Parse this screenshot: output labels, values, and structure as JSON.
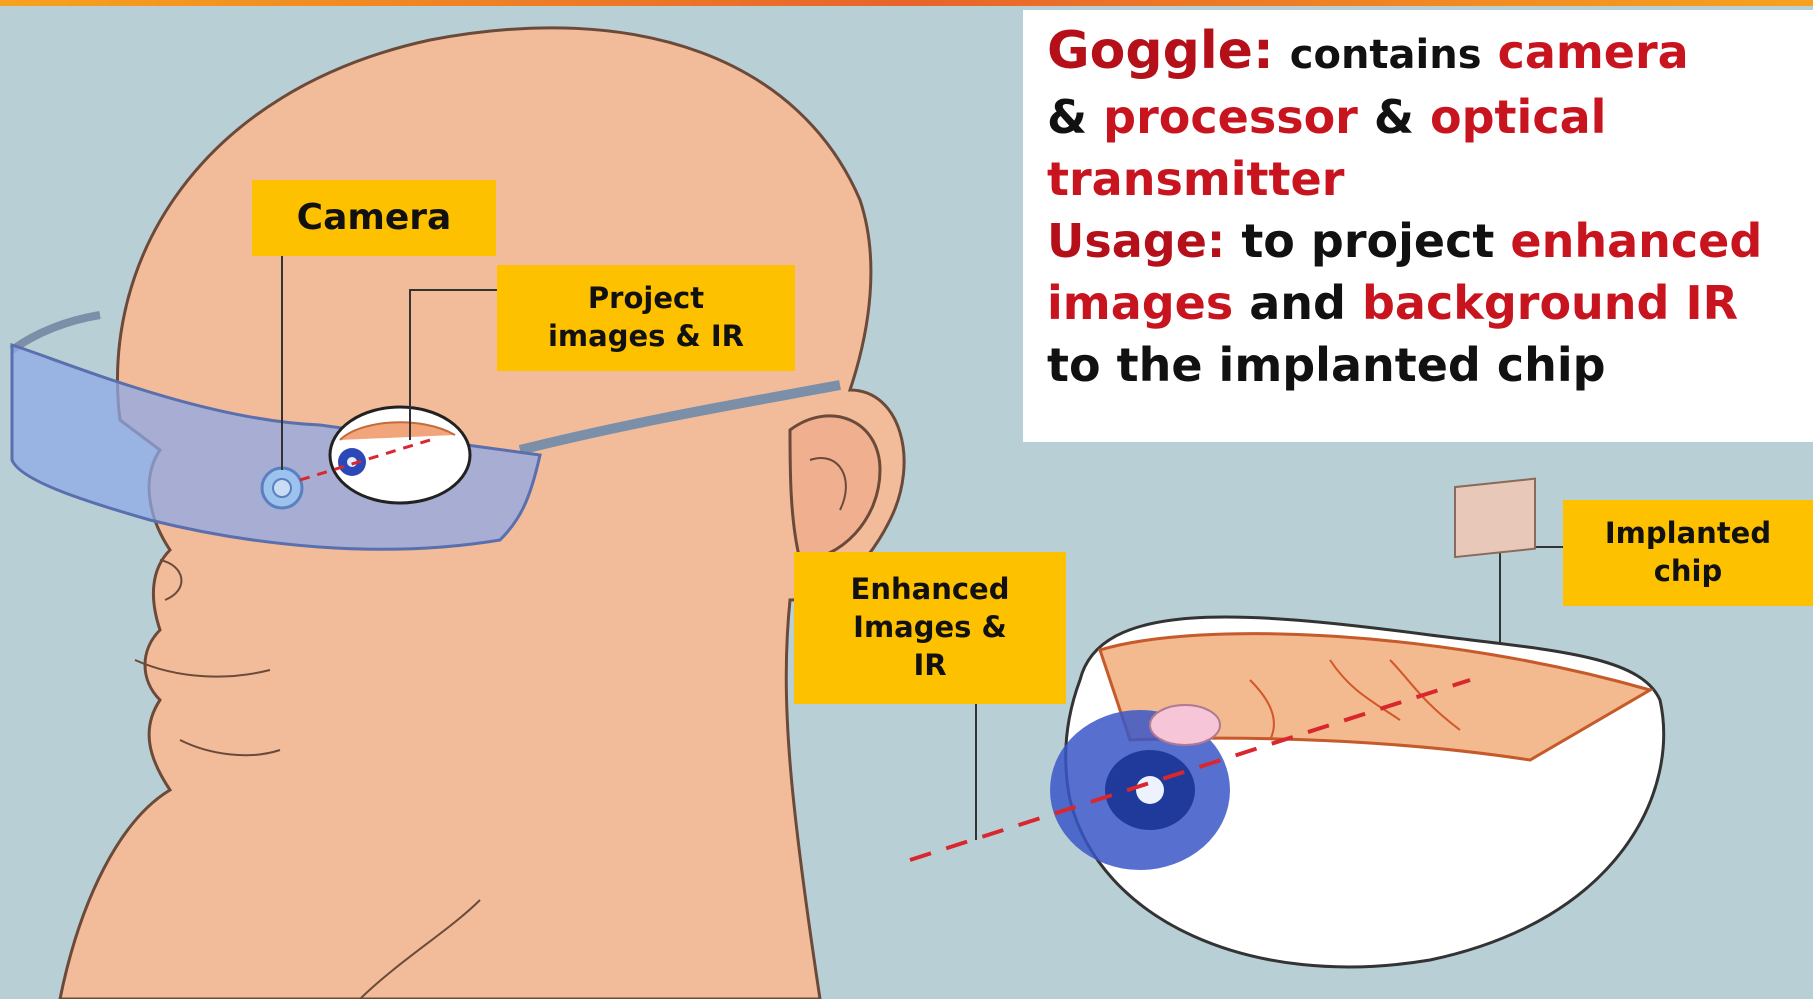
{
  "labels": {
    "camera": "Camera",
    "project_line1": "Project",
    "project_line2": "images & IR",
    "enhanced_line1": "Enhanced",
    "enhanced_line2": "Images &",
    "enhanced_line3": "IR",
    "chip_line1": "Implanted",
    "chip_line2": "chip"
  },
  "info": {
    "goggle_heading": "Goggle:",
    "contains": "contains",
    "camera": "camera",
    "amp1": "&",
    "processor": "processor",
    "amp2": "&",
    "optical": "optical",
    "transmitter": "transmitter",
    "usage_heading": "Usage:",
    "to_project": "to project",
    "enhanced": "enhanced",
    "images": "images",
    "and": "and",
    "background_ir": "background IR",
    "to_chip": "to the implanted chip"
  },
  "colors": {
    "callout": "#fdc100",
    "highlight_red": "#c8141e",
    "background": "#b9cfd6",
    "skin": "#f2bc9a",
    "goggle": "#8fa9e6"
  },
  "icons": [
    "head-illustration",
    "goggle-icon",
    "eyeball-icon",
    "implanted-chip-icon"
  ]
}
